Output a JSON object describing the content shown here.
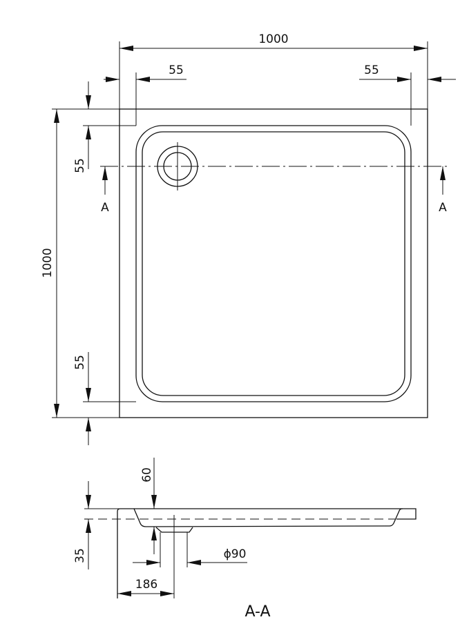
{
  "plan_view": {
    "width_dim": "1000",
    "depth_dim": "1000",
    "rim_left": "55",
    "rim_right": "55",
    "rim_top": "55",
    "rim_bottom": "55",
    "section_mark_left": "A",
    "section_mark_right": "A"
  },
  "section_view": {
    "title": "A-A",
    "drain_depth": "60",
    "rim_height": "35",
    "drain_diameter": "ϕ90",
    "drain_offset": "186"
  }
}
